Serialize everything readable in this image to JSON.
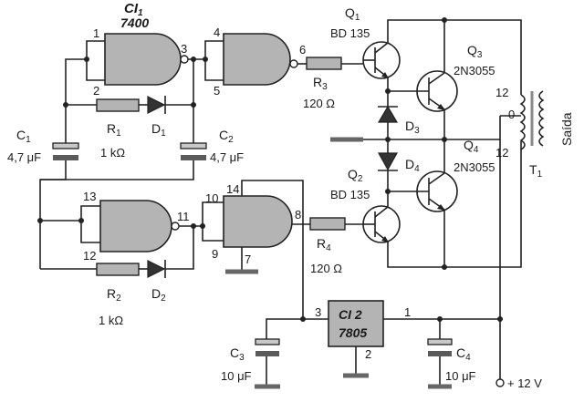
{
  "ic1": {
    "name": "CI",
    "sub": "1",
    "part": "7400"
  },
  "ic2": {
    "name": "CI 2",
    "part": "7805"
  },
  "pins": {
    "g1_in_a": "1",
    "g1_in_b": "2",
    "g1_out": "3",
    "g2_in_a": "4",
    "g2_in_b": "5",
    "g2_out": "6",
    "g3_in_a": "13",
    "g3_in_b": "12",
    "g3_out": "11",
    "g4_in_a": "10",
    "g4_in_b": "9",
    "g4_out": "8",
    "vcc": "14",
    "gnd": "7",
    "reg_in": "3",
    "reg_out": "1",
    "reg_gnd": "2"
  },
  "components": {
    "r1": {
      "ref": "R",
      "sub": "1",
      "value": "1 kΩ"
    },
    "d1": {
      "ref": "D",
      "sub": "1"
    },
    "r2": {
      "ref": "R",
      "sub": "2",
      "value": "1 kΩ"
    },
    "d2": {
      "ref": "D",
      "sub": "2"
    },
    "r3": {
      "ref": "R",
      "sub": "3",
      "value": "120 Ω"
    },
    "r4": {
      "ref": "R",
      "sub": "4",
      "value": "120 Ω"
    },
    "c1": {
      "ref": "C",
      "sub": "1",
      "value": "4,7 μF"
    },
    "c2": {
      "ref": "C",
      "sub": "2",
      "value": "4,7 μF"
    },
    "c3": {
      "ref": "C",
      "sub": "3",
      "value": "10 μF"
    },
    "c4": {
      "ref": "C",
      "sub": "4",
      "value": "10 μF"
    },
    "d3": {
      "ref": "D",
      "sub": "3"
    },
    "d4": {
      "ref": "D",
      "sub": "4"
    },
    "q1": {
      "ref": "Q",
      "sub": "1",
      "part": "BD 135"
    },
    "q2": {
      "ref": "Q",
      "sub": "2",
      "part": "BD 135"
    },
    "q3": {
      "ref": "Q",
      "sub": "3",
      "part": "2N3055"
    },
    "q4": {
      "ref": "Q",
      "sub": "4",
      "part": "2N3055"
    },
    "t1": {
      "ref": "T",
      "sub": "1",
      "tap_top": "12",
      "tap_center": "0",
      "tap_bottom": "12",
      "output": "Saída"
    }
  },
  "supply": {
    "label": "+ 12 V"
  }
}
